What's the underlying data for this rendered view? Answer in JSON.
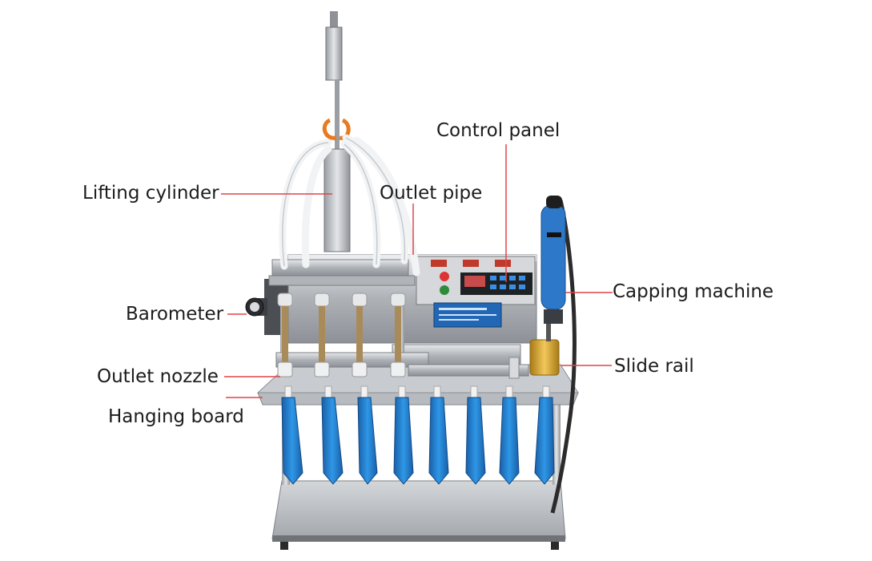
{
  "labels": {
    "lifting_cylinder": "Lifting cylinder",
    "outlet_pipe": "Outlet pipe",
    "control_panel": "Control panel",
    "barometer": "Barometer",
    "capping_machine": "Capping machine",
    "outlet_nozzle": "Outlet nozzle",
    "slide_rail": "Slide rail",
    "hanging_board": "Hanging board"
  },
  "colors": {
    "leader_line": "#e0454a",
    "label_text": "#1c1c1c",
    "steel": "#b9bcc1",
    "pouch_blue": "#1f7fd0",
    "capper_blue": "#2d78c9",
    "brass": "#d4a12a"
  }
}
